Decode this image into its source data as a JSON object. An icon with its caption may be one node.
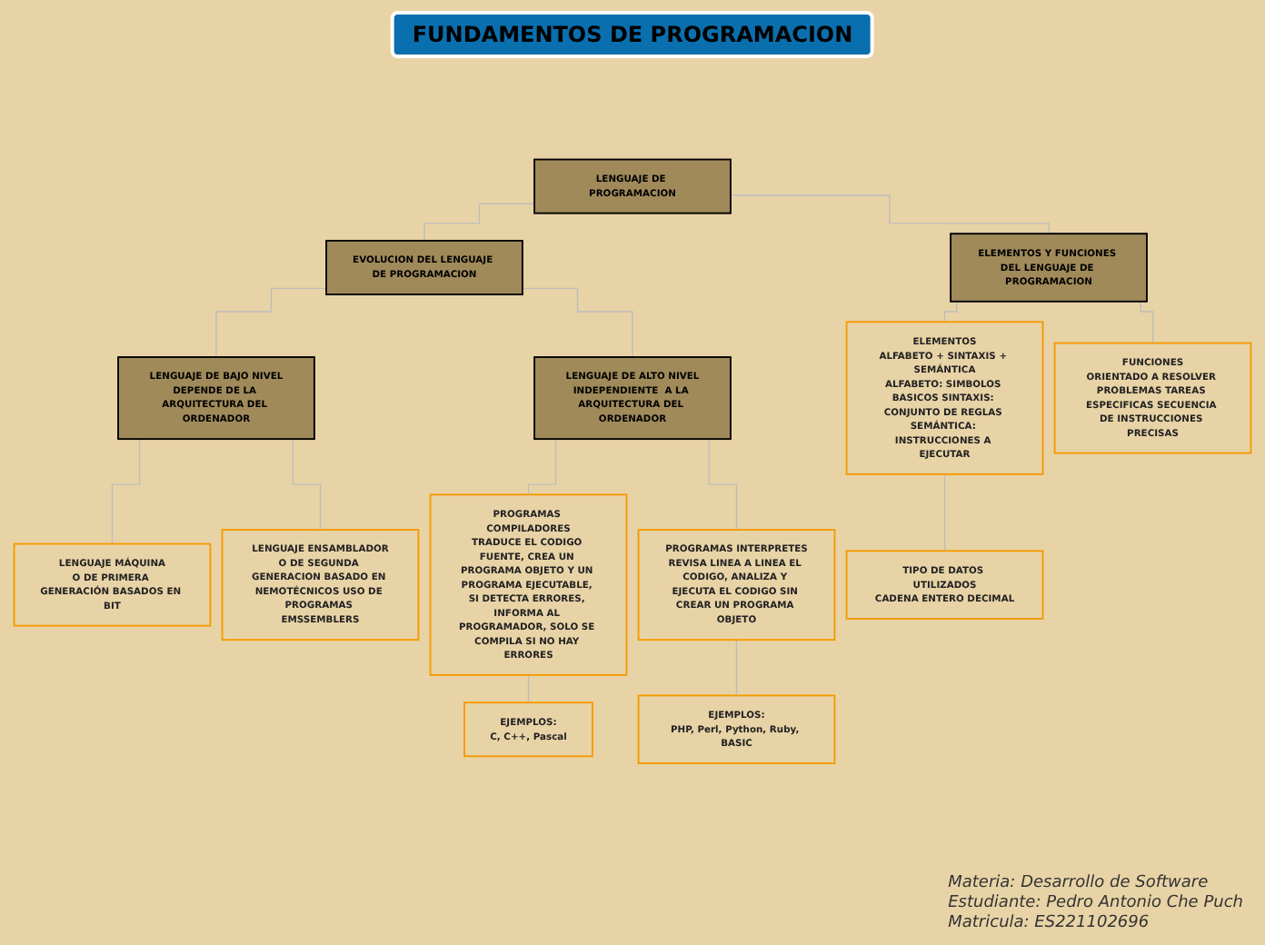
{
  "diagram": {
    "title": "FUNDAMENTOS DE PROGRAMACION",
    "nodes": [
      {
        "text": [
          "LENGUAJE DE PROGRAMACION"
        ]
      },
      {
        "text": [
          "EVOLUCION DEL LENGUAJE DE PROGRAMACION"
        ]
      },
      {
        "text": [
          "ELEMENTOS Y FUNCIONES DEL LENGUAJE DE PROGRAMACION"
        ]
      },
      {
        "text": [
          "LENGUAJE DE BAJO NIVEL",
          "DEPENDE DE LA ARQUITECTURA DEL ORDENADOR"
        ]
      },
      {
        "text": [
          "LENGUAJE DE ALTO NIVEL",
          "INDEPENDIENTE  A LA ARQUITECTURA DEL ORDENADOR"
        ]
      },
      {
        "text": [
          "LENGUAJE MÁQUINA",
          "O DE PRIMERA GENERACIÓN BASADOS EN BIT"
        ]
      },
      {
        "text": [
          "LENGUAJE ENSAMBLADOR",
          "O DE SEGUNDA GENERACION BASADO EN NEMOTÉCNICOS USO DE PROGRAMAS EMSSEMBLERS"
        ]
      },
      {
        "text": [
          "PROGRAMAS COMPILADORES",
          "TRADUCE EL CODIGO FUENTE, CREA UN PROGRAMA OBJETO Y UN PROGRAMA EJECUTABLE, SI DETECTA ERRORES, INFORMA AL PROGRAMADOR, SOLO SE COMPILA SI NO HAY ERRORES"
        ]
      },
      {
        "text": [
          "PROGRAMAS INTERPRETES",
          "REVISA LINEA A LINEA EL CODIGO, ANALIZA Y EJECUTA EL CODIGO SIN CREAR UN PROGRAMA OBJETO"
        ]
      },
      {
        "text": [
          "EJEMPLOS:",
          "C, C++, Pascal"
        ]
      },
      {
        "text": [
          "EJEMPLOS:",
          "PHP, Perl, Python, Ruby, BASIC"
        ]
      },
      {
        "text": [
          "ELEMENTOS",
          "ALFABETO + SINTAXIS + SEMÁNTICA",
          "ALFABETO: SIMBOLOS BASICOS SINTAXIS: CONJUNTO DE REGLAS SEMÁNTICA: INSTRUCCIONES A EJECUTAR"
        ]
      },
      {
        "text": [
          "FUNCIONES",
          "ORIENTADO A RESOLVER PROBLEMAS TAREAS ESPECIFICAS SECUENCIA DE INSTRUCCIONES PRECISAS"
        ]
      },
      {
        "text": [
          "TIPO DE DATOS UTILIZADOS",
          "CADENA ENTERO DECIMAL"
        ]
      }
    ],
    "edges": [
      {
        "from": 0,
        "to": 1,
        "arrow": "none"
      },
      {
        "from": 0,
        "to": 2,
        "arrow": "none"
      },
      {
        "from": 1,
        "to": 3,
        "arrow": "none"
      },
      {
        "from": 1,
        "to": 4,
        "arrow": "none"
      },
      {
        "from": 3,
        "to": 5,
        "arrow": "none"
      },
      {
        "from": 3,
        "to": 6,
        "arrow": "none"
      },
      {
        "from": 4,
        "to": 7,
        "arrow": "none"
      },
      {
        "from": 4,
        "to": 8,
        "arrow": "none"
      },
      {
        "from": 7,
        "to": 9,
        "arrow": "none"
      },
      {
        "from": 8,
        "to": 10,
        "arrow": "none"
      },
      {
        "from": 2,
        "to": 11,
        "arrow": "none"
      },
      {
        "from": 2,
        "to": 12,
        "arrow": "none"
      },
      {
        "from": 11,
        "to": 13,
        "arrow": "none"
      }
    ],
    "labels": [
      "Materia: Desarrollo de Software",
      "Estudiante: Pedro Antonio Che Puch",
      "Matricula: ES221102696"
    ]
  }
}
